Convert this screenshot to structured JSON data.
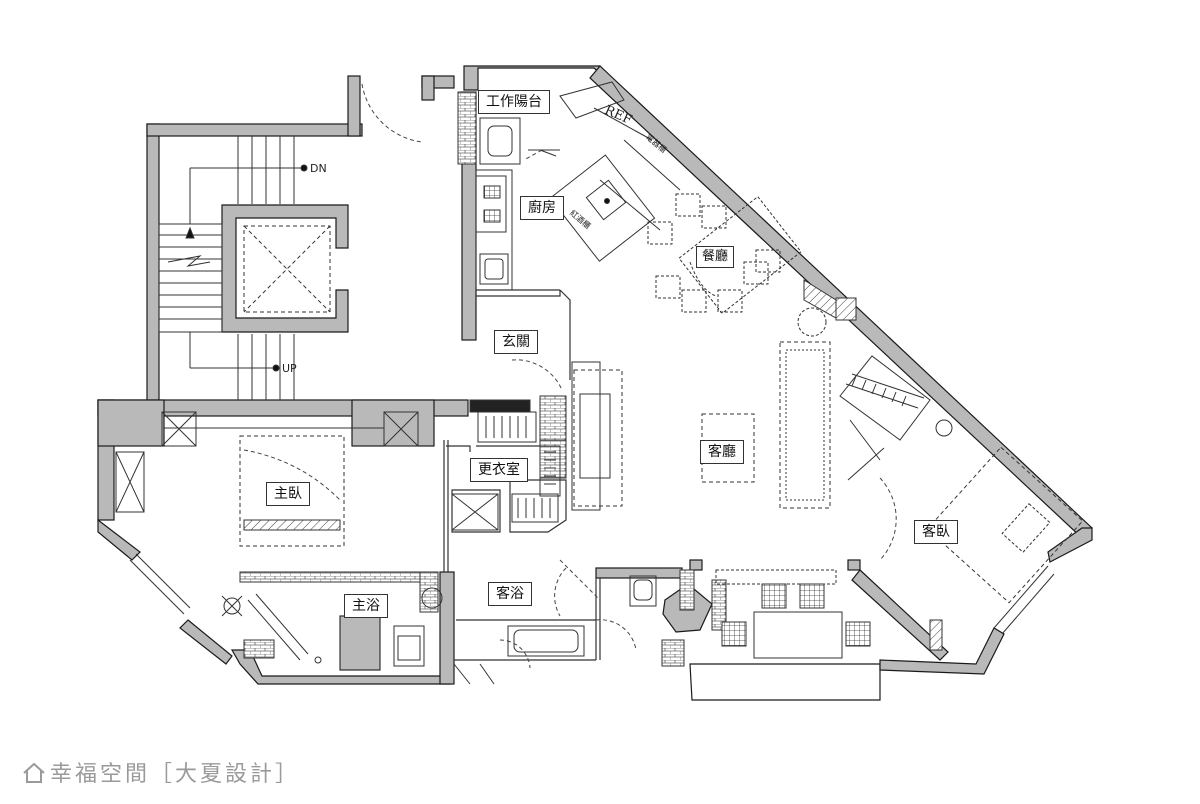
{
  "rooms": {
    "work_balcony": "工作陽台",
    "kitchen": "廚房",
    "dining": "餐廳",
    "entrance": "玄關",
    "living": "客廳",
    "master_bedroom": "主臥",
    "closet": "更衣室",
    "master_bath": "主浴",
    "guest_bath": "客浴",
    "guest_bedroom": "客臥"
  },
  "stair_labels": {
    "down": "DN",
    "up": "UP"
  },
  "appliance_labels": {
    "fridge": "REF",
    "microwave": "電器櫃",
    "wine": "紅酒櫃"
  },
  "watermark": "幸福空間［大夏設計］",
  "colors": {
    "wall": "#b9b9b9",
    "wall_stroke": "#1a1a1a",
    "line": "#333333",
    "brick": "#7a7a7a"
  }
}
